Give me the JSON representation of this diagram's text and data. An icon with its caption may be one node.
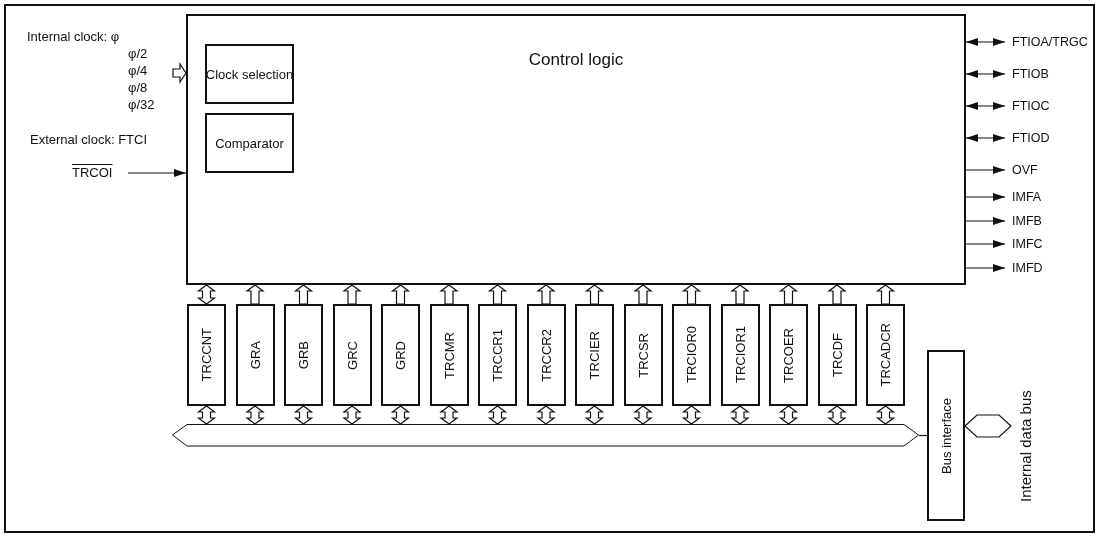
{
  "diagram": {
    "nodes": [
      {
        "text": [
          "Control logic"
        ]
      },
      {
        "text": [
          "Clock selection"
        ],
        "in": 0
      },
      {
        "text": [
          "Comparator"
        ],
        "in": 0
      },
      {
        "text": [
          "Internal clock: φ",
          "φ/2",
          "φ/4",
          "φ/8",
          "φ/32"
        ]
      },
      {
        "text": [
          "TRCOI"
        ]
      },
      {
        "text": [
          "FTIOA/TRGC"
        ]
      },
      {
        "text": [
          "FTIOB"
        ]
      },
      {
        "text": [
          "FTIOC"
        ]
      },
      {
        "text": [
          "FTIOD"
        ]
      },
      {
        "text": [
          "OVF"
        ]
      },
      {
        "text": [
          "IMFA"
        ]
      },
      {
        "text": [
          "IMFB"
        ]
      },
      {
        "text": [
          "IMFC"
        ]
      },
      {
        "text": [
          "IMFD"
        ]
      },
      {
        "text": [
          "TRCCNT"
        ]
      },
      {
        "text": [
          "GRA"
        ]
      },
      {
        "text": [
          "GRB"
        ]
      },
      {
        "text": [
          "GRC"
        ]
      },
      {
        "text": [
          "GRD"
        ]
      },
      {
        "text": [
          "TRCMR"
        ]
      },
      {
        "text": [
          "TRCCR1"
        ]
      },
      {
        "text": [
          "TRCCR2"
        ]
      },
      {
        "text": [
          "TRCIER"
        ]
      },
      {
        "text": [
          "TRCSR"
        ]
      },
      {
        "text": [
          "TRCIOR0"
        ]
      },
      {
        "text": [
          "TRCIOR1"
        ]
      },
      {
        "text": [
          "TRCOER"
        ]
      },
      {
        "text": [
          "TRCDF"
        ]
      },
      {
        "text": [
          "TRCADCR"
        ]
      },
      {
        "text": [],
        "shape": "bar"
      },
      {
        "text": [
          "Bus interface"
        ]
      },
      {
        "text": [
          "Internal data bus"
        ]
      }
    ],
    "edges": [
      {
        "from": 3,
        "to": 0,
        "arrow": "to",
        "style": "thick"
      },
      {
        "from": 4,
        "to": 0,
        "arrow": "to"
      },
      {
        "from": 0,
        "to": 5,
        "arrow": "both"
      },
      {
        "from": 0,
        "to": 6,
        "arrow": "both"
      },
      {
        "from": 0,
        "to": 7,
        "arrow": "both"
      },
      {
        "from": 0,
        "to": 8,
        "arrow": "both"
      },
      {
        "from": 0,
        "to": 9,
        "arrow": "to"
      },
      {
        "from": 0,
        "to": 10,
        "arrow": "to"
      },
      {
        "from": 0,
        "to": 11,
        "arrow": "to"
      },
      {
        "from": 0,
        "to": 12,
        "arrow": "to"
      },
      {
        "from": 0,
        "to": 13,
        "arrow": "to"
      },
      {
        "from": 14,
        "to": 0,
        "arrow": "both",
        "style": "thick"
      },
      {
        "from": 15,
        "to": 0,
        "arrow": "to",
        "style": "thick"
      },
      {
        "from": 16,
        "to": 0,
        "arrow": "to",
        "style": "thick"
      },
      {
        "from": 17,
        "to": 0,
        "arrow": "to",
        "style": "thick"
      },
      {
        "from": 18,
        "to": 0,
        "arrow": "to",
        "style": "thick"
      },
      {
        "from": 19,
        "to": 0,
        "arrow": "to",
        "style": "thick"
      },
      {
        "from": 20,
        "to": 0,
        "arrow": "to",
        "style": "thick"
      },
      {
        "from": 21,
        "to": 0,
        "arrow": "to",
        "style": "thick"
      },
      {
        "from": 22,
        "to": 0,
        "arrow": "to",
        "style": "thick"
      },
      {
        "from": 23,
        "to": 0,
        "arrow": "to",
        "style": "thick"
      },
      {
        "from": 24,
        "to": 0,
        "arrow": "to",
        "style": "thick"
      },
      {
        "from": 25,
        "to": 0,
        "arrow": "to",
        "style": "thick"
      },
      {
        "from": 26,
        "to": 0,
        "arrow": "to",
        "style": "thick"
      },
      {
        "from": 27,
        "to": 0,
        "arrow": "to",
        "style": "thick"
      },
      {
        "from": 28,
        "to": 0,
        "arrow": "to",
        "style": "thick"
      },
      {
        "from": 14,
        "to": 29,
        "arrow": "both",
        "style": "thick"
      },
      {
        "from": 15,
        "to": 29,
        "arrow": "both",
        "style": "thick"
      },
      {
        "from": 16,
        "to": 29,
        "arrow": "both",
        "style": "thick"
      },
      {
        "from": 17,
        "to": 29,
        "arrow": "both",
        "style": "thick"
      },
      {
        "from": 18,
        "to": 29,
        "arrow": "both",
        "style": "thick"
      },
      {
        "from": 19,
        "to": 29,
        "arrow": "both",
        "style": "thick"
      },
      {
        "from": 20,
        "to": 29,
        "arrow": "both",
        "style": "thick"
      },
      {
        "from": 21,
        "to": 29,
        "arrow": "both",
        "style": "thick"
      },
      {
        "from": 22,
        "to": 29,
        "arrow": "both",
        "style": "thick"
      },
      {
        "from": 23,
        "to": 29,
        "arrow": "both",
        "style": "thick"
      },
      {
        "from": 24,
        "to": 29,
        "arrow": "both",
        "style": "thick"
      },
      {
        "from": 25,
        "to": 29,
        "arrow": "both",
        "style": "thick"
      },
      {
        "from": 26,
        "to": 29,
        "arrow": "both",
        "style": "thick"
      },
      {
        "from": 27,
        "to": 29,
        "arrow": "both",
        "style": "thick"
      },
      {
        "from": 28,
        "to": 29,
        "arrow": "both",
        "style": "thick"
      },
      {
        "from": 30,
        "to": 31,
        "arrow": "both",
        "style": "thick"
      },
      {
        "from": 29,
        "to": 30,
        "arrow": "none"
      }
    ],
    "labels": [
      "External clock: FTCI"
    ]
  }
}
